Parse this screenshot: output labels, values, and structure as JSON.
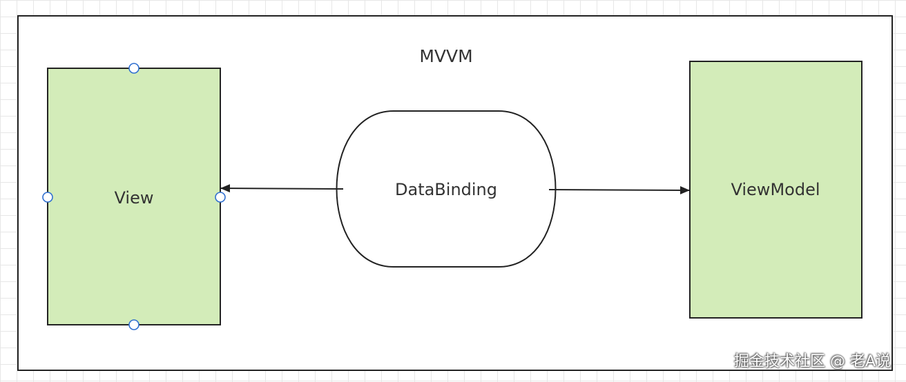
{
  "diagram": {
    "title": "MVVM",
    "nodes": {
      "view": {
        "label": "View",
        "fill": "#d3ecb9"
      },
      "databinding": {
        "label": "DataBinding",
        "fill": "#ffffff"
      },
      "viewmodel": {
        "label": "ViewModel",
        "fill": "#d3ecb9"
      }
    },
    "edges": [
      {
        "from": "databinding",
        "to": "view"
      },
      {
        "from": "databinding",
        "to": "viewmodel"
      }
    ],
    "handle_color": "#2f6fd0"
  },
  "watermark": "掘金技术社区 @ 老A说"
}
